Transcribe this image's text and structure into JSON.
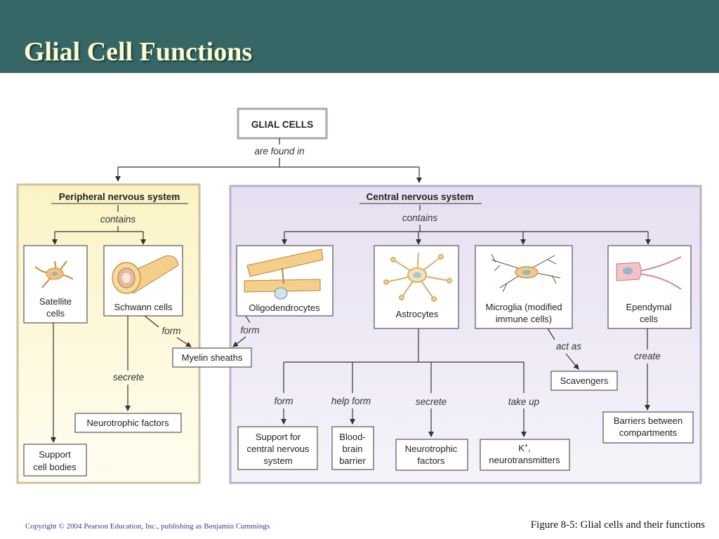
{
  "slide": {
    "title": "Glial Cell Functions",
    "copyright": "Copyright © 2004 Pearson Education, Inc., publishing as Benjamin Cummings",
    "caption": "Figure 8-5: Glial cells and their functions"
  },
  "diagram": {
    "root": "GLIAL CELLS",
    "root_link": "are found in",
    "pns": {
      "title": "Peripheral nervous system",
      "link": "contains",
      "satellite": [
        "Satellite",
        "cells"
      ],
      "schwann": "Schwann cells",
      "form": "form",
      "secrete": "secrete",
      "neurotrophic": "Neurotrophic factors",
      "support": [
        "Support",
        "cell bodies"
      ]
    },
    "myelin": "Myelin sheaths",
    "cns": {
      "title": "Central nervous system",
      "link": "contains",
      "oligodendrocytes": "Oligodendrocytes",
      "oligo_form": "form",
      "astrocytes": "Astrocytes",
      "microglia": [
        "Microglia (modified",
        "immune cells)"
      ],
      "ependymal": [
        "Ependymal",
        "cells"
      ],
      "act_as": "act as",
      "scavengers": "Scavengers",
      "create": "create",
      "barriers": [
        "Barriers between",
        "compartments"
      ],
      "astro_links": {
        "form": "form",
        "help_form": "help form",
        "secrete": "secrete",
        "take_up": "take up"
      },
      "support_cns": [
        "Support for",
        "central nervous",
        "system"
      ],
      "bbb": [
        "Blood-",
        "brain",
        "barrier"
      ],
      "neurotrophic": [
        "Neurotrophic",
        "factors"
      ],
      "k_line1": "K",
      "k_sup": "+",
      "k_comma": ",",
      "k_line2": "neurotransmitters"
    }
  },
  "colors": {
    "title_bar": "#346766",
    "title_text": "#fffbd0",
    "pns_panel": "#fdf8d8",
    "cns_panel": "#ebe6f4"
  },
  "icons": [
    "satellite-cell-icon",
    "schwann-cell-icon",
    "oligodendrocyte-icon",
    "astrocyte-icon",
    "microglia-icon",
    "ependymal-cell-icon"
  ]
}
